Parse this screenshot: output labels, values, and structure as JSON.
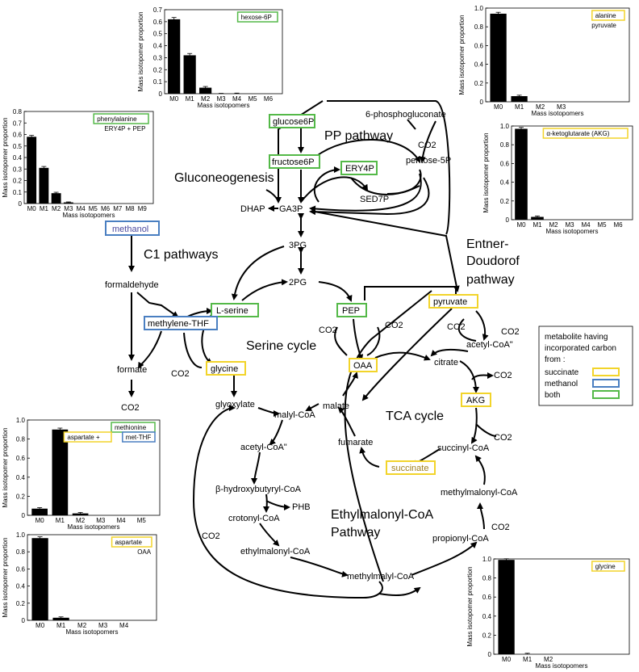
{
  "colors": {
    "succinate": "#f2d42a",
    "methanol": "#4a7fc1",
    "both": "#54b948"
  },
  "titles": {
    "pp": "PP pathway",
    "glucon": "Gluconeogenesis",
    "c1": "C1 pathways",
    "ed1": "Entner-",
    "ed2": "Doudorof",
    "ed3": "pathway",
    "serine": "Serine cycle",
    "tca": "TCA cycle",
    "emc1": "Ethylmalonyl-CoA",
    "emc2": "Pathway"
  },
  "nodes": {
    "phosphogluconate": "6-phosphogluconate",
    "glucose6p": "glucose6P",
    "fructose6p": "fructose6P",
    "ery4p": "ERY4P",
    "pentose5p": "pentose-5P",
    "co2_pp": "CO2",
    "sed7p": "SED7P",
    "dhap": "DHAP",
    "ga3p": "GA3P",
    "pg3": "3PG",
    "pg2": "2PG",
    "methanol": "methanol",
    "formaldehyde": "formaldehyde",
    "lserine": "L-serine",
    "methylene_thf": "methylene-THF",
    "formate": "formate",
    "co2_formate": "CO2",
    "co2_glycine": "CO2",
    "glycine": "glycine",
    "glyoxylate": "glyoxylate",
    "pep": "PEP",
    "pyruvate": "pyruvate",
    "co2_pep_left": "CO2",
    "co2_pep_right": "CO2",
    "co2_pyr_left": "CO2",
    "co2_pyr_right": "CO2",
    "acetylcoa_top": "acetyl-CoA\"",
    "oaa": "OAA",
    "citrate": "citrate",
    "co2_citrate": "CO2",
    "malate": "malate",
    "malylcoa": "malyl-CoA",
    "akg": "AKG",
    "co2_akg": "CO2",
    "fumarate": "fumarate",
    "succinylcoa": "succinyl-CoA",
    "succinate": "succinate",
    "acetylcoa_mid": "acetyl-CoA\"",
    "hydroxybutyryl": "β-hydroxybutyryl-CoA",
    "phb": "PHB",
    "crotonyl": "crotonyl-CoA",
    "co2_crot": "CO2",
    "ethylmalonyl": "ethylmalonyl-CoA",
    "methylmalonyl": "methylmalonyl-CoA",
    "co2_propionyl": "CO2",
    "propionyl": "propionyl-CoA",
    "methylmalyl": "methylmalyl-CoA"
  },
  "legend": {
    "line1": "metabolite having",
    "line2": "incorporated carbon",
    "line3": "from :",
    "items": [
      "succinate",
      "methanol",
      "both"
    ]
  },
  "chart_data": [
    {
      "type": "bar",
      "ylabel": "Mass isotopomer proportion",
      "xlabel": "Mass isotopomers",
      "ylim": [
        0,
        0.7
      ],
      "yticks": [
        "0",
        "0.1",
        "0.2",
        "0.3",
        "0.4",
        "0.5",
        "0.6",
        "0.7"
      ],
      "categories": [
        "M0",
        "M1",
        "M2",
        "M3",
        "M4",
        "M5",
        "M6"
      ],
      "values": [
        0.62,
        0.32,
        0.05,
        0.0,
        0.0,
        0.0,
        0.0
      ],
      "errors": [
        0.015,
        0.015,
        0.01,
        0.003,
        0.005,
        0.0,
        0.0
      ],
      "labels": [
        {
          "text": "hexose-6P",
          "color": "both"
        }
      ]
    },
    {
      "type": "bar",
      "ylabel": "Mass isotopomer proportion",
      "xlabel": "Mass isotopomers",
      "ylim": [
        0,
        1.0
      ],
      "yticks": [
        "0",
        "0.2",
        "0.4",
        "0.6",
        "0.8",
        "1.0"
      ],
      "categories": [
        "M0",
        "M1",
        "M2",
        "M3"
      ],
      "values": [
        0.94,
        0.06,
        0.0,
        0.0
      ],
      "errors": [
        0.015,
        0.01,
        0.0,
        0.0
      ],
      "labels": [
        {
          "text": "alanine",
          "color": "succinate"
        },
        {
          "text": "pyruvate",
          "color": ""
        }
      ]
    },
    {
      "type": "bar",
      "ylabel": "Mass isotopomer proportion",
      "xlabel": "Mass isotopomers",
      "ylim": [
        0,
        0.8
      ],
      "yticks": [
        "0",
        "0.1",
        "0.2",
        "0.3",
        "0.4",
        "0.5",
        "0.6",
        "0.7",
        "0.8"
      ],
      "categories": [
        "M0",
        "M1",
        "M2",
        "M3",
        "M4",
        "M5",
        "M6",
        "M7",
        "M8",
        "M9"
      ],
      "values": [
        0.58,
        0.31,
        0.09,
        0.01,
        0.0,
        0.0,
        0.0,
        0.0,
        0.0,
        0.0
      ],
      "errors": [
        0.012,
        0.012,
        0.008,
        0.004,
        0.0,
        0.0,
        0.0,
        0.0,
        0.0,
        0.0
      ],
      "labels": [
        {
          "text": "phenylalanine",
          "color": "both"
        },
        {
          "text": "ERY4P + PEP",
          "color": ""
        }
      ]
    },
    {
      "type": "bar",
      "ylabel": "Mass isotopomer proportion",
      "xlabel": "Mass isotopomers",
      "ylim": [
        0,
        1.0
      ],
      "yticks": [
        "0",
        "0.2",
        "0.4",
        "0.6",
        "0.8",
        "1.0"
      ],
      "categories": [
        "M0",
        "M1",
        "M2",
        "M3",
        "M4",
        "M5",
        "M6"
      ],
      "values": [
        0.97,
        0.03,
        0.0,
        0.0,
        0.0,
        0.0,
        0.0
      ],
      "errors": [
        0.015,
        0.01,
        0.0,
        0.0,
        0.0,
        0.0,
        0.0
      ],
      "labels": [
        {
          "text": "α-ketoglutarate (AKG)",
          "color": "succinate"
        }
      ]
    },
    {
      "type": "bar",
      "ylabel": "Mass isotopomer proportion",
      "xlabel": "Mass isotopomers",
      "ylim": [
        0,
        1.0
      ],
      "yticks": [
        "0",
        "0.2",
        "0.4",
        "0.6",
        "0.8",
        "1.0"
      ],
      "categories": [
        "M0",
        "M1",
        "M2",
        "M3",
        "M4",
        "M5"
      ],
      "values": [
        0.07,
        0.9,
        0.02,
        0.0,
        0.0,
        0.0
      ],
      "errors": [
        0.01,
        0.015,
        0.01,
        0.0,
        0.0,
        0.0
      ],
      "labels": [
        {
          "text": "methionine",
          "color": "both"
        },
        {
          "text": "aspartate +",
          "color": "succinate"
        },
        {
          "text": "met-THF",
          "color": "methanol"
        }
      ]
    },
    {
      "type": "bar",
      "ylabel": "Mass isotopomer proportion",
      "xlabel": "Mass isotopomers",
      "ylim": [
        0,
        1.0
      ],
      "yticks": [
        "0",
        "0.2",
        "0.4",
        "0.6",
        "0.8",
        "1.0"
      ],
      "categories": [
        "M0",
        "M1",
        "M2",
        "M3",
        "M4"
      ],
      "values": [
        0.96,
        0.03,
        0.0,
        0.0,
        0.0
      ],
      "errors": [
        0.015,
        0.01,
        0.0,
        0.0,
        0.0
      ],
      "labels": [
        {
          "text": "aspartate",
          "color": "succinate"
        },
        {
          "text": "OAA",
          "color": ""
        }
      ]
    },
    {
      "type": "bar",
      "ylabel": "Mass isotopomer proportion",
      "xlabel": "Mass isotopomers",
      "ylim": [
        0,
        1.0
      ],
      "yticks": [
        "0",
        "0.2",
        "0.4",
        "0.6",
        "0.8",
        "1.0"
      ],
      "categories": [
        "M0",
        "M1",
        "M2"
      ],
      "values": [
        0.99,
        0.0,
        0.0
      ],
      "errors": [
        0.012,
        0.01,
        0.0
      ],
      "labels": [
        {
          "text": "glycine",
          "color": "succinate"
        }
      ]
    }
  ]
}
